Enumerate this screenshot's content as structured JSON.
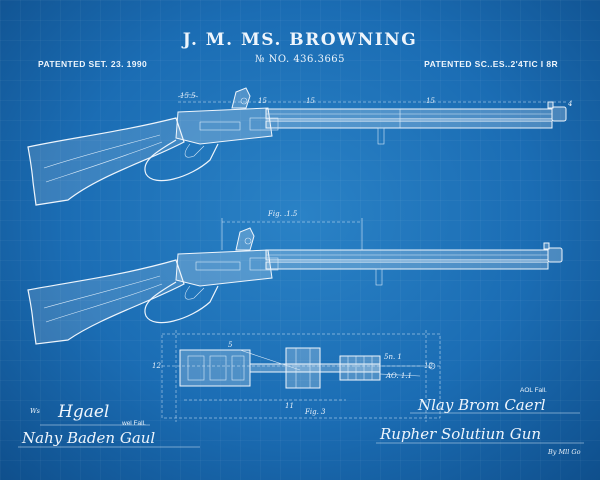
{
  "sheet": {
    "title": "J. M.  MS. BROWNING",
    "patent_no": "№ NO. 436.3665",
    "patent_left": "PATENTED SET. 23. 1990",
    "patent_right": "PATENTED SC..ES..2'4TIC I 8R"
  },
  "figures": {
    "fig1": {
      "labels": [
        "15.5",
        "15",
        "15",
        "15",
        "4"
      ]
    },
    "fig2": {
      "label": "Fig. .1.5"
    },
    "fig3": {
      "labels": [
        "Fig. 3",
        "5n. 1",
        "AO. 1.1",
        "12",
        "12",
        "5",
        "11"
      ]
    }
  },
  "signatures": {
    "witness_label": "Ws",
    "witness_1": "Hgael",
    "witness_2": "Nahy Baden Gaul",
    "witness_2_note": "wel Fall.",
    "inventor_label": "AOL Fall.",
    "inventor_1": "Nlay Brom Caerl",
    "inventor_2": "Rupher Solutiun Gun",
    "inventor_3": "By Mll Go"
  }
}
